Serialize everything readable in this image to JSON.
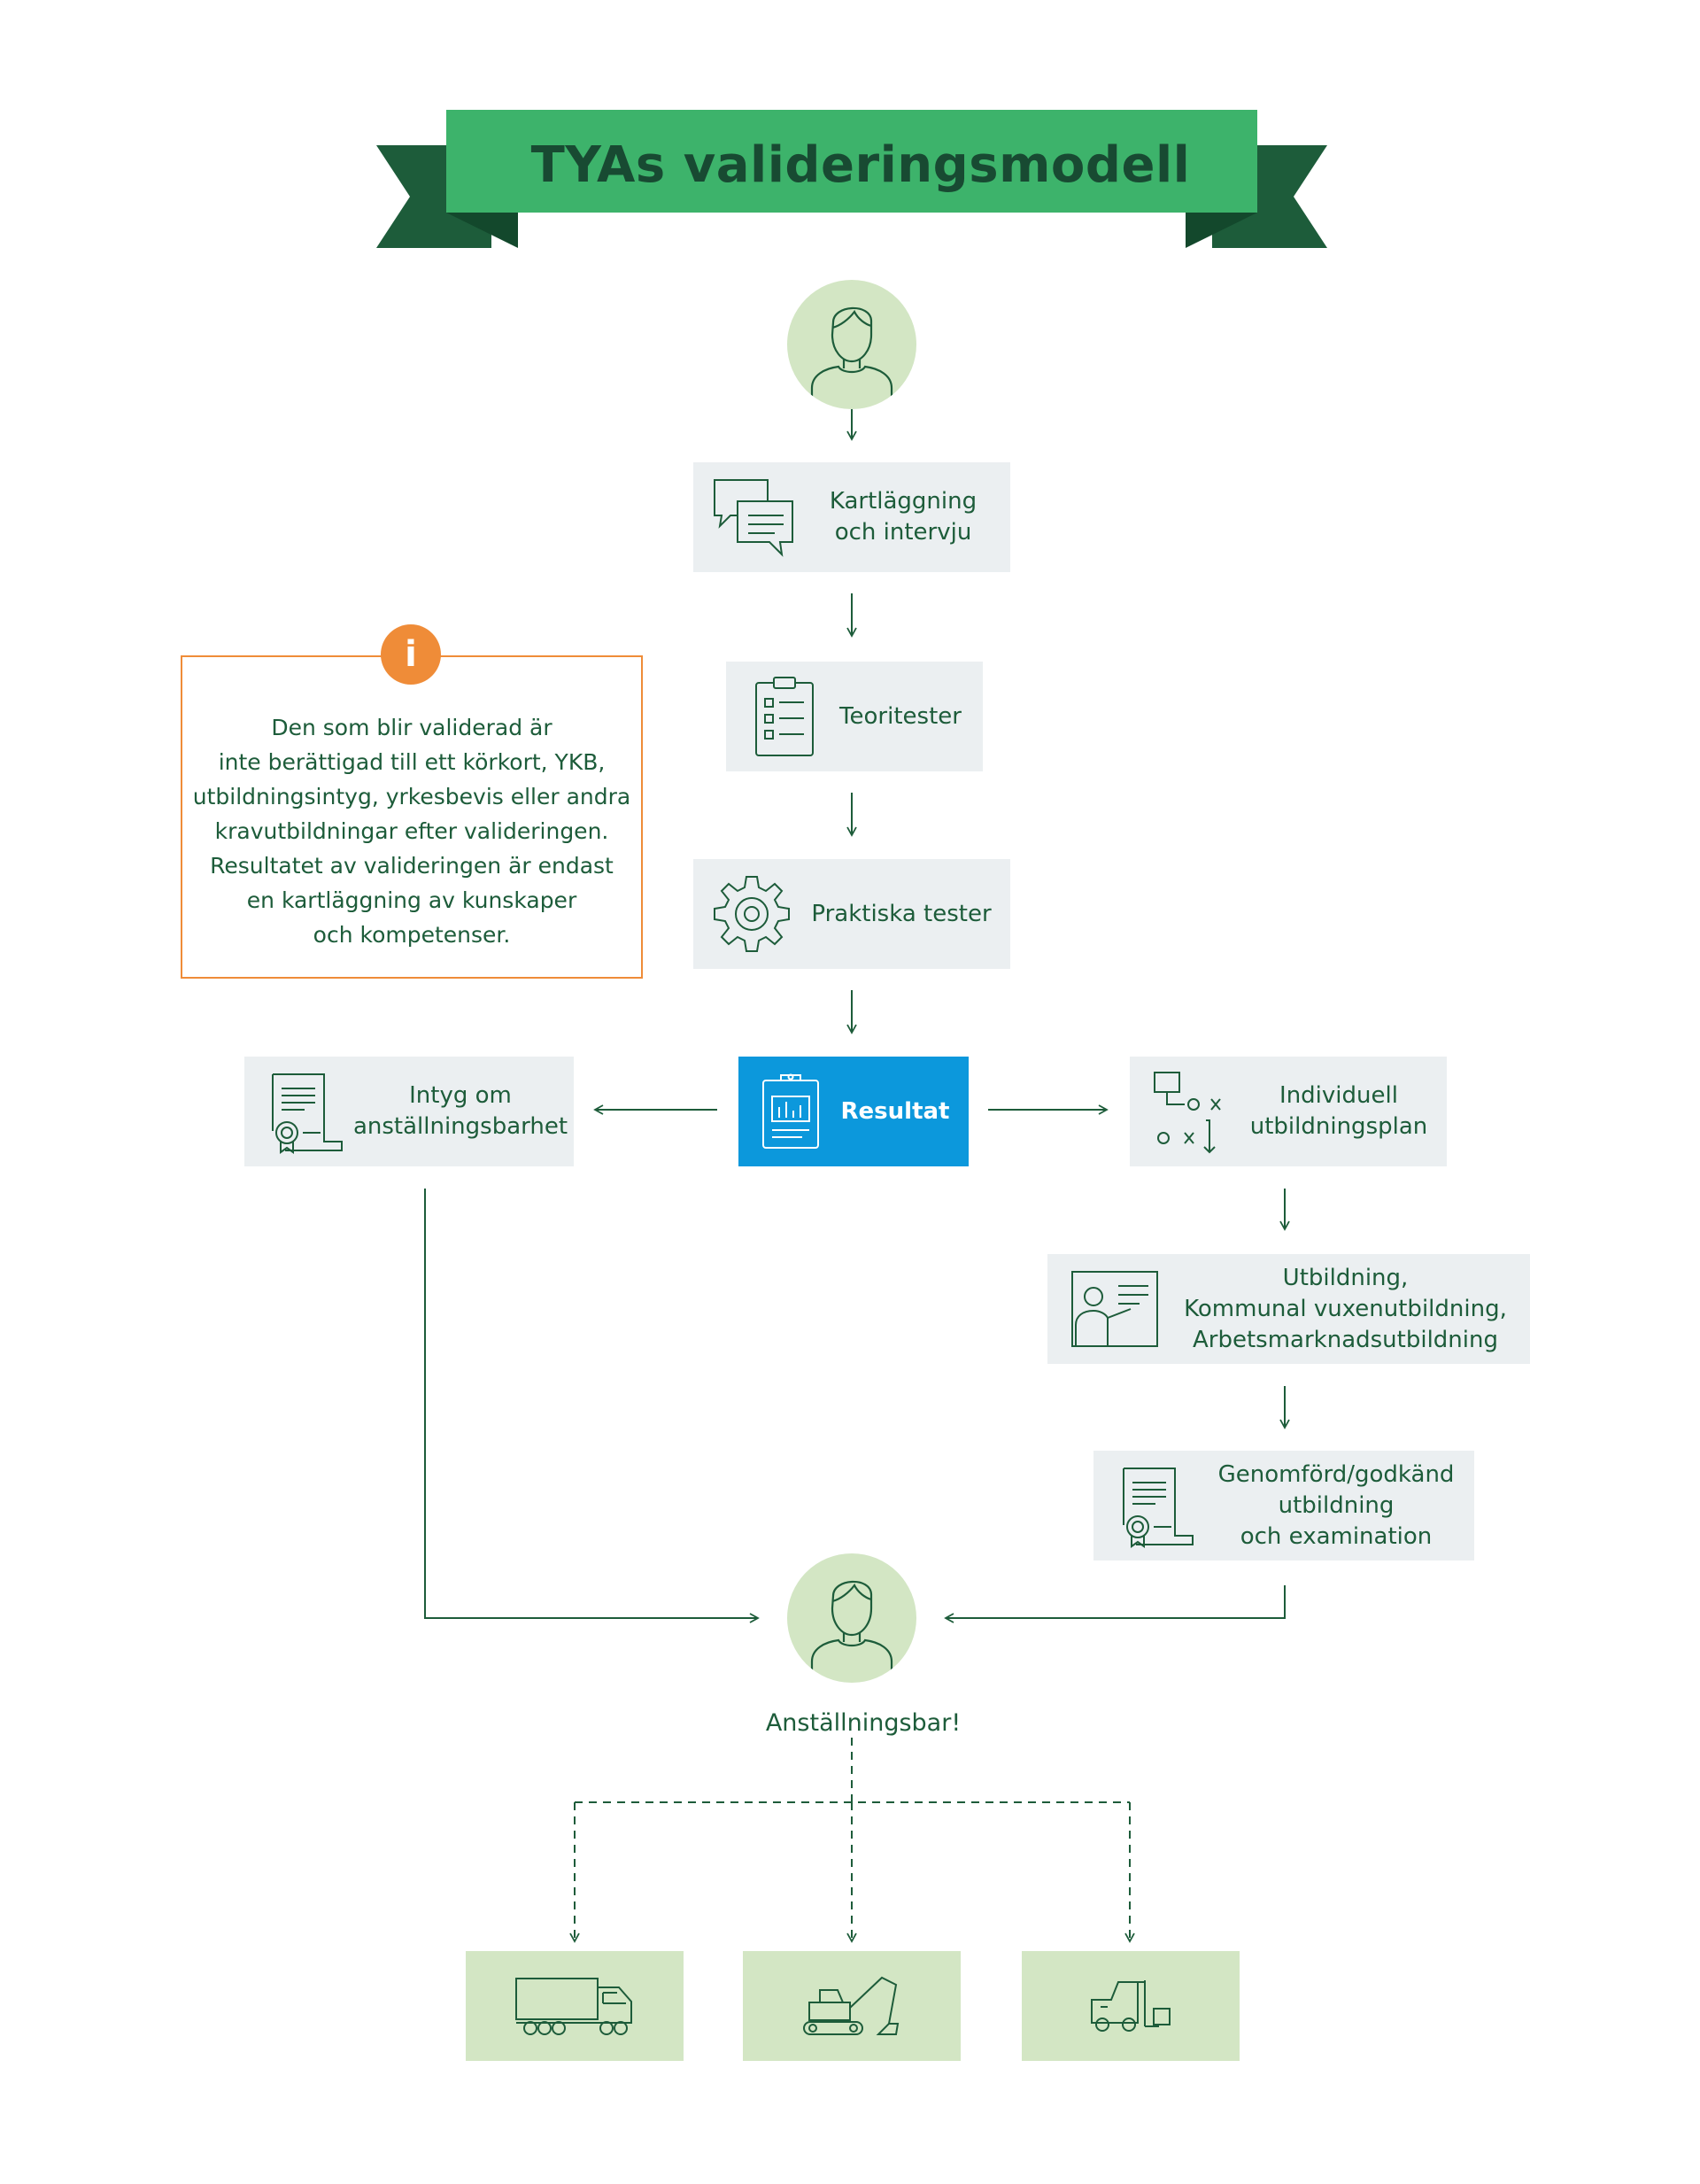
{
  "title": "TYAs valideringsmodell",
  "steps": {
    "kartlaggning": "Kartläggning\noch intervju",
    "teoritester": "Teoritester",
    "praktiska": "Praktiska tester",
    "resultat": "Resultat",
    "intyg": "Intyg om\nanställningsbarhet",
    "individuell": "Individuell\nutbildningsplan",
    "utbildning": "Utbildning,\nKommunal vuxenutbildning,\nArbetsmarknadsutbildning",
    "genomford": "Genomförd/godkänd\nutbildning\noch examination"
  },
  "info": {
    "badge": "i",
    "text": "Den som blir validerad är\ninte berättigad till ett körkort, YKB,\nutbildningsintyg, yrkesbevis eller andra\nkravutbildningar efter valideringen.\nResultatet av valideringen är endast\nen kartläggning av kunskaper\noch kompetenser."
  },
  "final": {
    "label": "Anställningsbar!"
  },
  "icons": [
    "person-icon",
    "chat-bubbles-icon",
    "clipboard-checklist-icon",
    "gear-icon",
    "clipboard-chart-icon",
    "certificate-icon",
    "flowchart-plan-icon",
    "teacher-board-icon",
    "truck-icon",
    "excavator-icon",
    "forklift-icon"
  ],
  "colors": {
    "banner": "#3db36b",
    "banner_dark": "#1d5c3a",
    "accent_blue": "#0c98dc",
    "info_orange": "#ef8c38",
    "box_gray": "#ebeff1",
    "light_green": "#d3e6c4",
    "text_green": "#1d5c3a"
  }
}
